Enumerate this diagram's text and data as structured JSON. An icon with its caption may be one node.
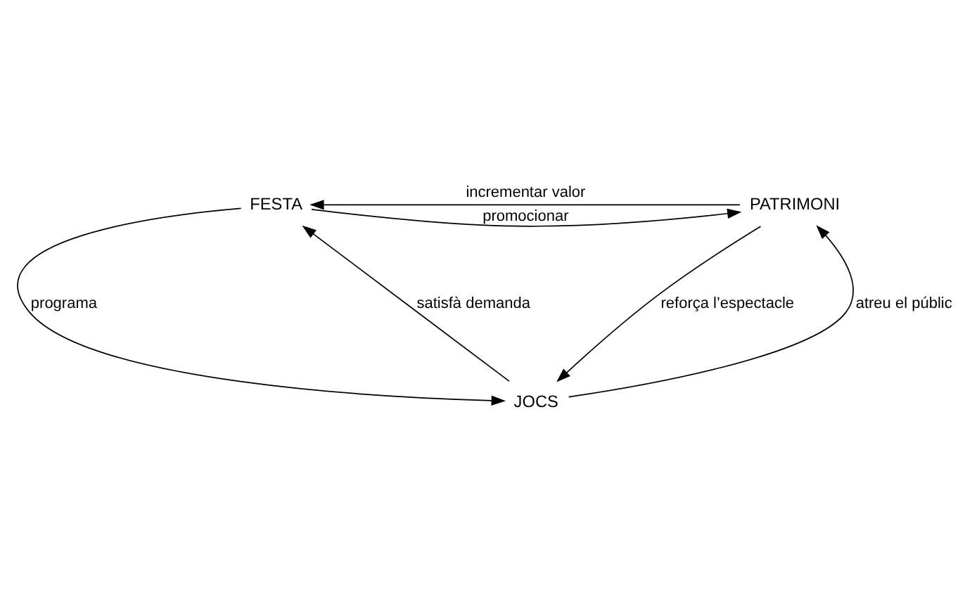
{
  "diagram": {
    "nodes": [
      {
        "text": [
          "FESTA"
        ]
      },
      {
        "text": [
          "PATRIMONI"
        ]
      },
      {
        "text": [
          "JOCS"
        ]
      }
    ],
    "edges": [
      {
        "from": 0,
        "to": 1,
        "arrow": "to",
        "label": "promocionar"
      },
      {
        "from": 1,
        "to": 0,
        "arrow": "to",
        "label": "incrementar valor"
      },
      {
        "from": 0,
        "to": 2,
        "arrow": "to",
        "label": "programa"
      },
      {
        "from": 2,
        "to": 0,
        "arrow": "to",
        "label": "satisfà demanda"
      },
      {
        "from": 1,
        "to": 2,
        "arrow": "to",
        "label": "reforça l’espectacle"
      },
      {
        "from": 2,
        "to": 1,
        "arrow": "to",
        "label": "atreu el públic"
      }
    ]
  }
}
